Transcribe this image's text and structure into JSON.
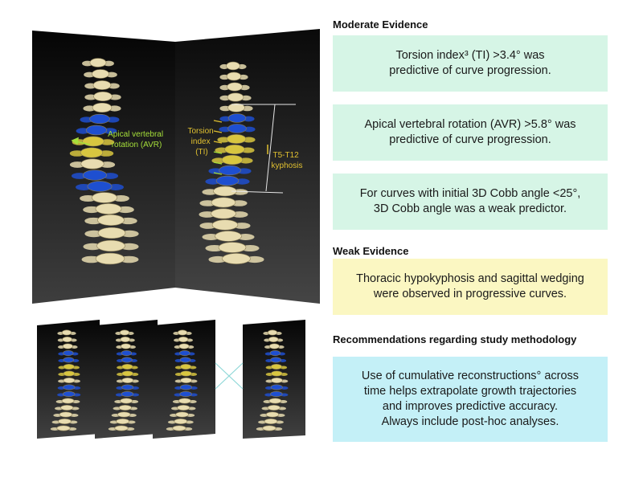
{
  "headings": {
    "moderate": "Moderate Evidence",
    "weak": "Weak Evidence",
    "recommendations": "Recommendations regarding study methodology"
  },
  "moderate_items": [
    {
      "text": "Torsion index³ (TI) >3.4° was\npredictive of curve progression."
    },
    {
      "text": "Apical vertebral rotation (AVR) >5.8° was\npredictive of curve progression."
    },
    {
      "text": "For curves with initial 3D Cobb angle <25°,\n3D Cobb angle was a weak predictor."
    }
  ],
  "weak_items": [
    {
      "text": "Thoracic hypokyphosis and sagittal wedging\nwere observed in progressive curves."
    }
  ],
  "recommendation_items": [
    {
      "text": "Use of cumulative reconstructions° across\ntime helps extrapolate growth trajectories\nand improves predictive accuracy.\nAlways include post-hoc analyses."
    }
  ],
  "annotations": {
    "avr": [
      "Apical vertebral",
      "rotation (AVR)"
    ],
    "torsion": [
      "Torsion",
      "index",
      "(TI)"
    ],
    "kyphosis": [
      "T5-T12",
      "kyphosis"
    ]
  },
  "colors": {
    "moderate_box": "#d6f5e6",
    "weak_box": "#fbf7c2",
    "recommendation_box": "#c4f0f7",
    "bone": "#e8dcb0",
    "apical_vertebra": "#1e4fd0",
    "torsion_highlight": "#d8c640",
    "annotation_green": "#a6e03a",
    "annotation_yellow": "#e0c030"
  },
  "icons": {
    "panel_connector": "cross-lines"
  }
}
